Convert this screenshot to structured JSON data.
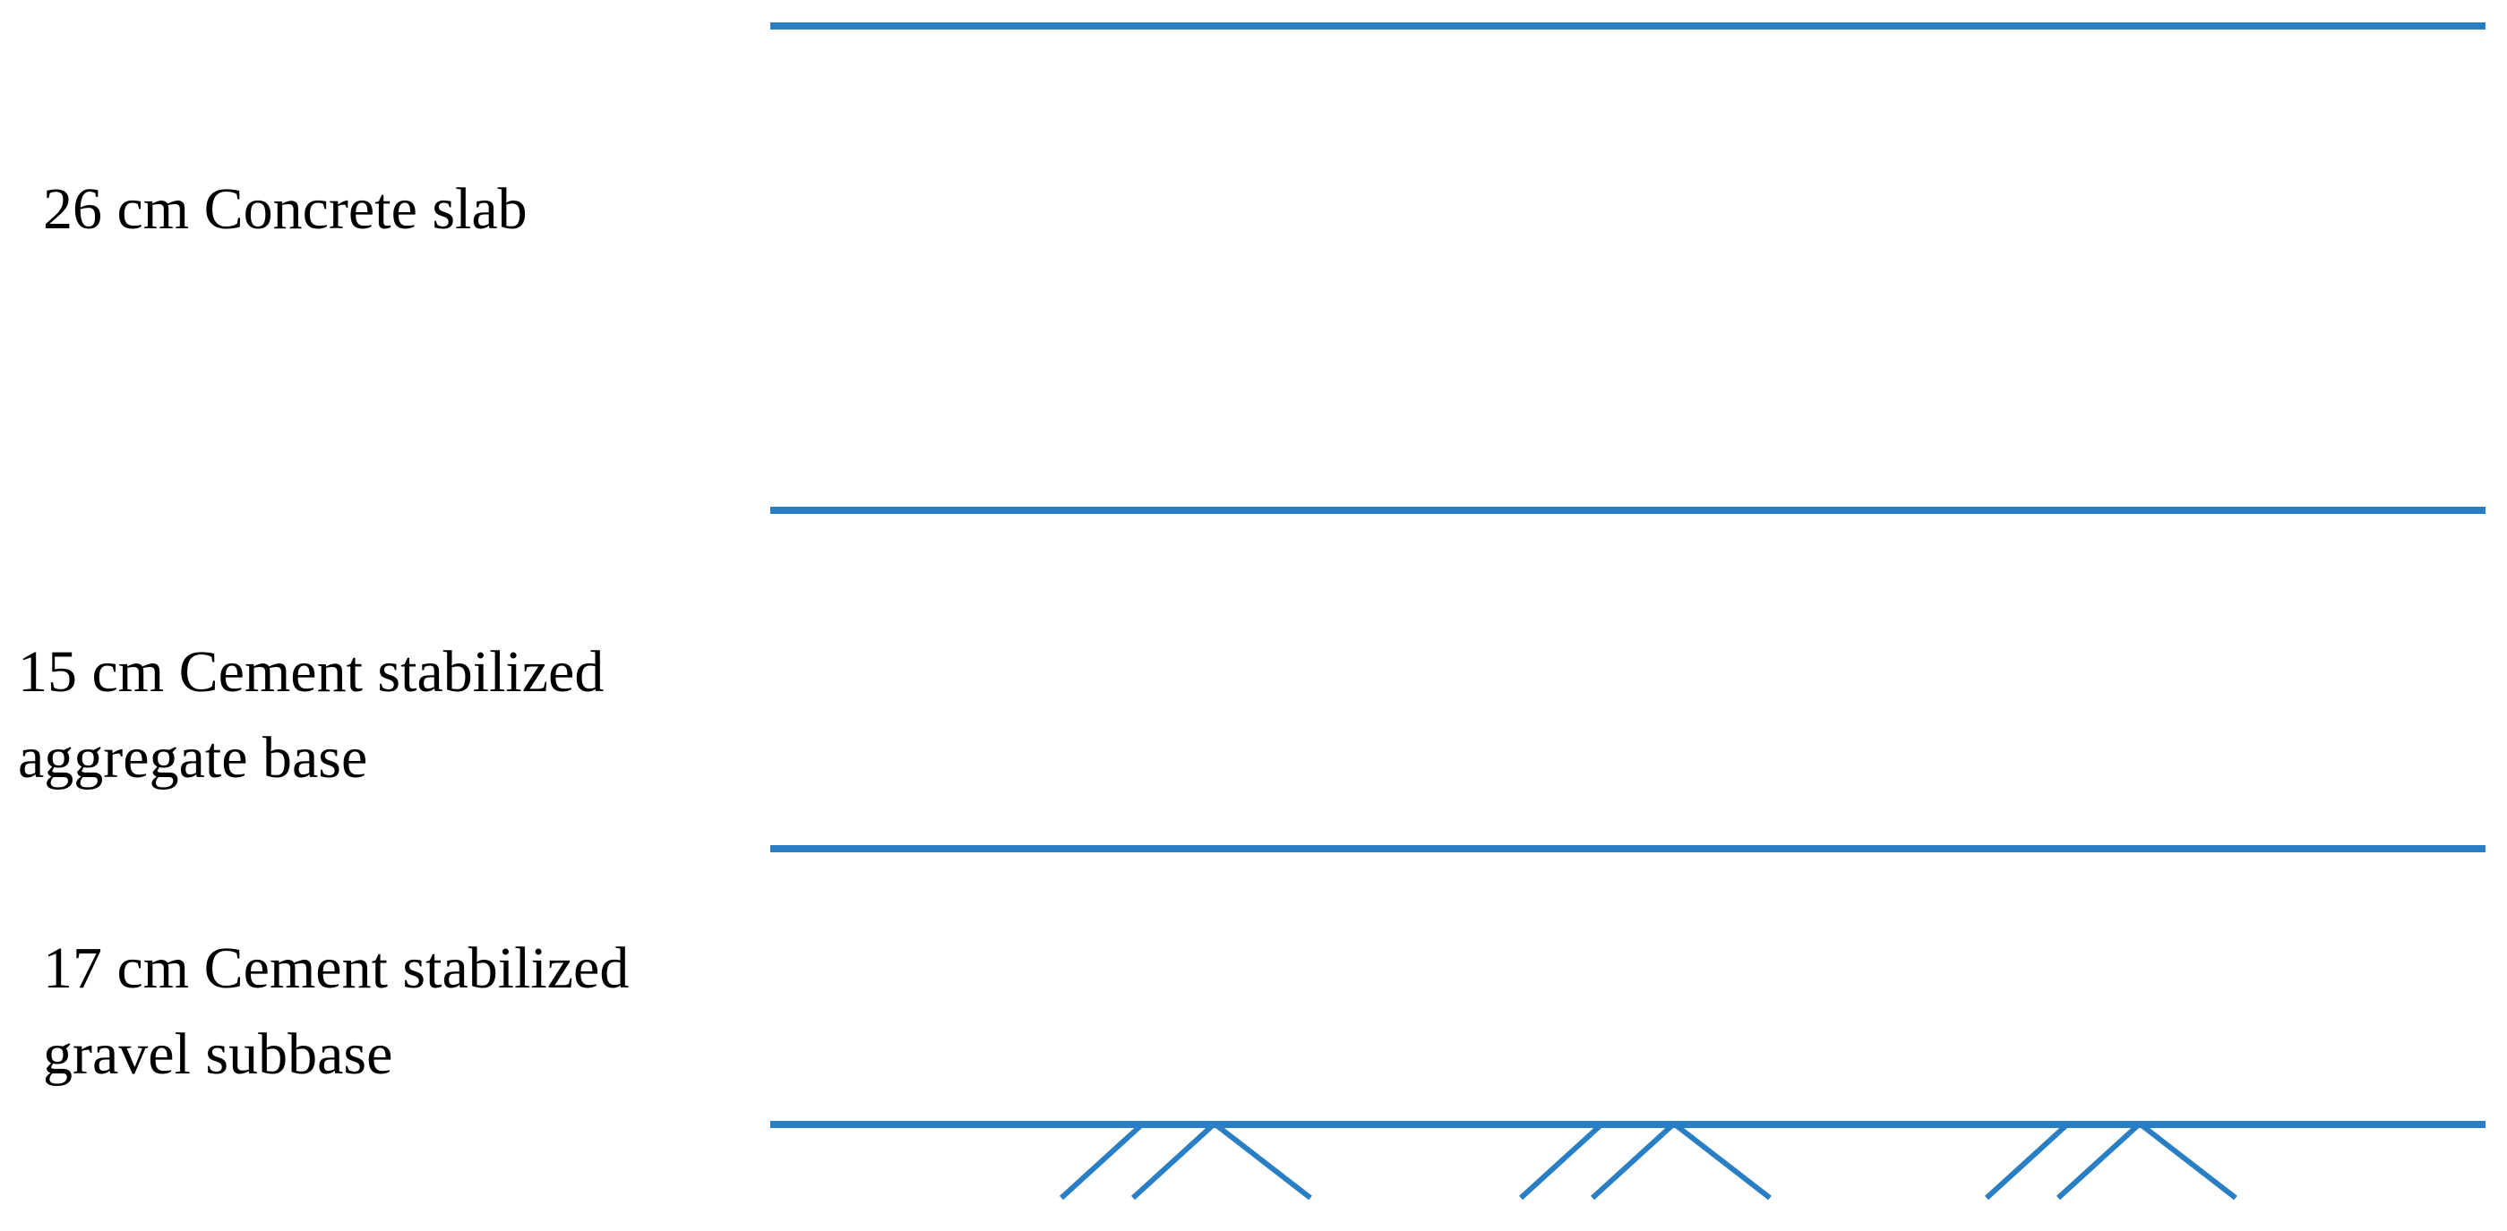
{
  "diagram": {
    "line_color": "#2a7fc4",
    "layers": [
      {
        "thickness": "26",
        "unit": "cm",
        "material_line1": "Concrete slab",
        "material_line2": ""
      },
      {
        "thickness": "15",
        "unit": "cm",
        "material_line1": "Cement stabilized",
        "material_line2": "aggregate base"
      },
      {
        "thickness": "17",
        "unit": "cm",
        "material_line1": "Cement stabilized",
        "material_line2": "gravel subbase"
      }
    ],
    "subgrade_symbol": "hatch-marks",
    "subgrade_symbol_count": 3
  }
}
